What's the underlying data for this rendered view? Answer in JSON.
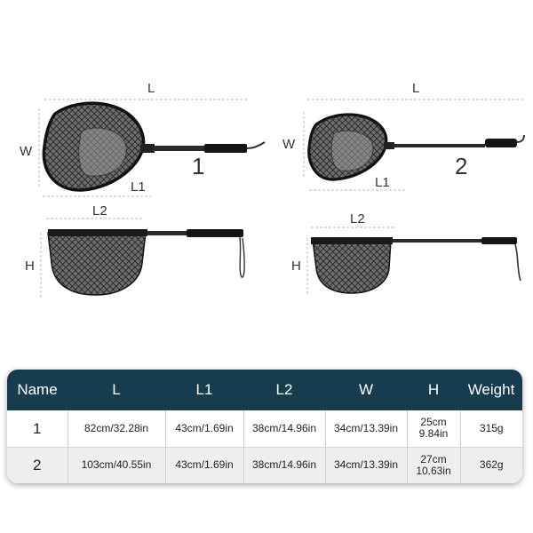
{
  "diagram": {
    "net1": {
      "number": "1",
      "labels": {
        "L": "L",
        "W": "W",
        "L1": "L1",
        "L2": "L2",
        "H": "H"
      }
    },
    "net2": {
      "number": "2",
      "labels": {
        "L": "L",
        "W": "W",
        "L1": "L1",
        "L2": "L2",
        "H": "H"
      }
    }
  },
  "table": {
    "headers": [
      "Name",
      "L",
      "L1",
      "L2",
      "W",
      "H",
      "Weight"
    ],
    "rows": [
      {
        "name": "1",
        "L": "82cm/32.28in",
        "L1": "43cm/1.69in",
        "L2": "38cm/14.96in",
        "W": "34cm/13.39in",
        "H_cm": "25cm",
        "H_in": "9.84in",
        "weight": "315g"
      },
      {
        "name": "2",
        "L": "103cm/40.55in",
        "L1": "43cm/1.69in",
        "L2": "38cm/14.96in",
        "W": "34cm/13.39in",
        "H_cm": "27cm",
        "H_in": "10.63in",
        "weight": "362g"
      }
    ]
  },
  "colors": {
    "header_bg": "#173c50",
    "header_text": "#ffffff",
    "row_alt": "#eeeeee",
    "mesh": "#1e1e1e"
  }
}
